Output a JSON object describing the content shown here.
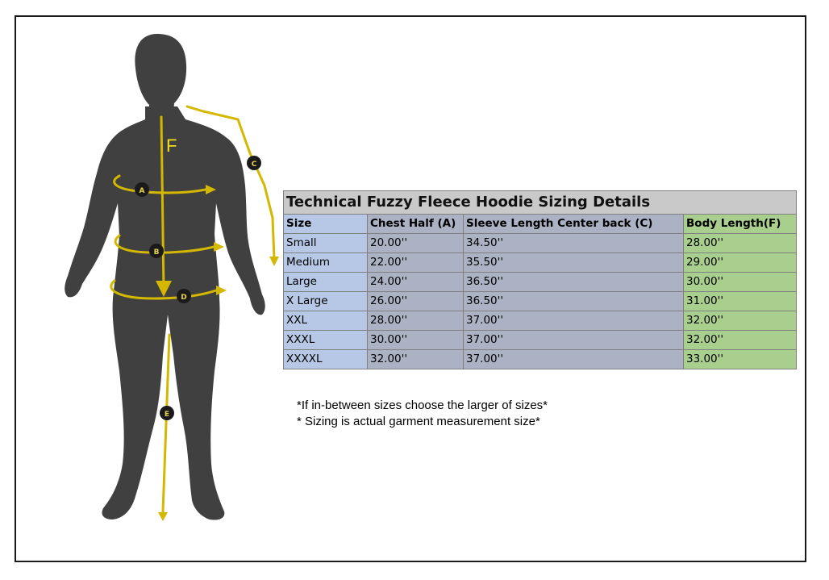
{
  "figure": {
    "labels": {
      "length_label": "F",
      "marker_a": "A",
      "marker_b": "B",
      "marker_c": "C",
      "marker_d": "D",
      "marker_e": "E"
    },
    "colors": {
      "body": "#404040",
      "measure_line": "#d4b800",
      "marker_fill": "#1a1a1a"
    },
    "icon": "human-body-silhouette-icon"
  },
  "table": {
    "title": "Technical Fuzzy Fleece Hoodie Sizing Details",
    "headers": {
      "size": "Size",
      "chest": "Chest Half (A)",
      "sleeve": "Sleeve Length Center back (C)",
      "body": "Body Length(F)"
    },
    "rows": [
      {
        "size": "Small",
        "chest": "20.00''",
        "sleeve": "34.50''",
        "body": "28.00''"
      },
      {
        "size": "Medium",
        "chest": "22.00''",
        "sleeve": "35.50''",
        "body": "29.00''"
      },
      {
        "size": "Large",
        "chest": "24.00''",
        "sleeve": "36.50''",
        "body": "30.00''"
      },
      {
        "size": "X Large",
        "chest": "26.00''",
        "sleeve": "36.50''",
        "body": "31.00''"
      },
      {
        "size": "XXL",
        "chest": "28.00''",
        "sleeve": "37.00''",
        "body": "32.00''"
      },
      {
        "size": "XXXL",
        "chest": "30.00''",
        "sleeve": "37.00''",
        "body": "32.00''"
      },
      {
        "size": "XXXXL",
        "chest": "32.00''",
        "sleeve": "37.00''",
        "body": "33.00''"
      }
    ],
    "colors": {
      "title_bg": "#c9c9c9",
      "size_col": "#b7c8e6",
      "measure_col": "#aab2c4",
      "body_col": "#a9cf8e"
    }
  },
  "notes": {
    "line1": "*If in-between sizes choose the larger of sizes*",
    "line2": "* Sizing is actual garment measurement size*"
  }
}
